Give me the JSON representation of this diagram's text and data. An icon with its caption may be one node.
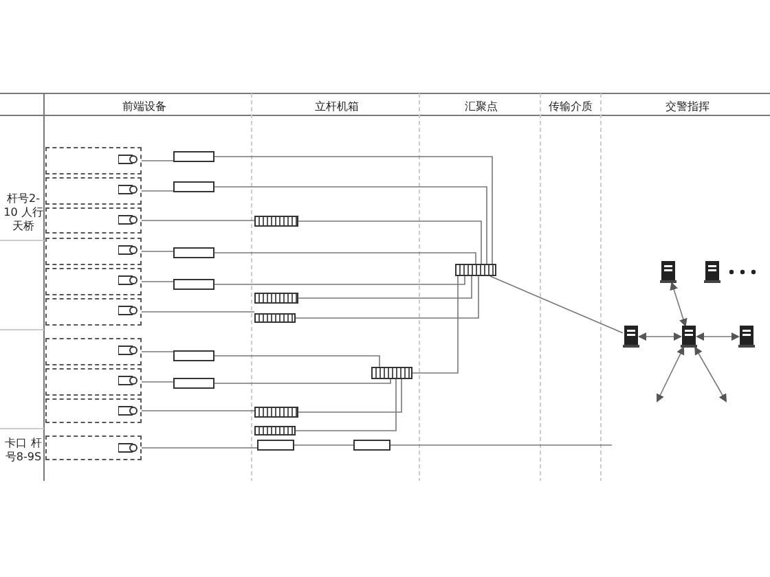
{
  "diagram": {
    "nodes": [
      {
        "text": [],
        "shape": "box"
      },
      {
        "text": [],
        "shape": "box"
      },
      {
        "text": [],
        "shape": "box"
      },
      {
        "text": [],
        "shape": "box"
      },
      {
        "text": [],
        "shape": "box"
      },
      {
        "text": [],
        "shape": "box"
      },
      {
        "text": [],
        "shape": "box"
      },
      {
        "text": [],
        "shape": "box"
      },
      {
        "text": [],
        "shape": "box"
      },
      {
        "text": [],
        "shape": "box"
      },
      {
        "text": [],
        "shape": "box"
      },
      {
        "text": [],
        "shape": "box"
      },
      {
        "text": [],
        "shape": "box"
      },
      {
        "text": [],
        "shape": "box"
      },
      {
        "text": [],
        "shape": "box"
      },
      {
        "text": [],
        "shape": "box"
      },
      {
        "text": [],
        "shape": "box"
      },
      {
        "text": [],
        "shape": "box"
      },
      {
        "text": [],
        "shape": "box"
      },
      {
        "text": [],
        "shape": "box"
      },
      {
        "text": [],
        "shape": "box"
      },
      {
        "text": [],
        "shape": "box"
      },
      {
        "text": [],
        "shape": "box"
      },
      {
        "text": [],
        "shape": "box"
      },
      {
        "text": [],
        "shape": "box"
      },
      {
        "text": [],
        "shape": "server"
      },
      {
        "text": [],
        "shape": "server"
      },
      {
        "text": [],
        "shape": "server"
      },
      {
        "text": [],
        "shape": "server"
      },
      {
        "text": [],
        "shape": "server"
      }
    ],
    "edges": [
      {
        "from": 0,
        "to": 10,
        "arrow": "none"
      },
      {
        "from": 1,
        "to": 11,
        "arrow": "none"
      },
      {
        "from": 2,
        "to": 18,
        "arrow": "none"
      },
      {
        "from": 3,
        "to": 12,
        "arrow": "none"
      },
      {
        "from": 4,
        "to": 13,
        "arrow": "none"
      },
      {
        "from": 5,
        "to": 19,
        "arrow": "none"
      },
      {
        "from": 6,
        "to": 14,
        "arrow": "none"
      },
      {
        "from": 7,
        "to": 15,
        "arrow": "none"
      },
      {
        "from": 8,
        "to": 21,
        "arrow": "none"
      },
      {
        "from": 9,
        "to": 16,
        "arrow": "none"
      },
      {
        "from": 16,
        "to": 17,
        "arrow": "none"
      },
      {
        "from": 10,
        "to": 23,
        "arrow": "none"
      },
      {
        "from": 11,
        "to": 23,
        "arrow": "none"
      },
      {
        "from": 18,
        "to": 23,
        "arrow": "none"
      },
      {
        "from": 12,
        "to": 23,
        "arrow": "none"
      },
      {
        "from": 13,
        "to": 23,
        "arrow": "none"
      },
      {
        "from": 19,
        "to": 23,
        "arrow": "none"
      },
      {
        "from": 20,
        "to": 23,
        "arrow": "none"
      },
      {
        "from": 14,
        "to": 24,
        "arrow": "none"
      },
      {
        "from": 15,
        "to": 24,
        "arrow": "none"
      },
      {
        "from": 21,
        "to": 24,
        "arrow": "none"
      },
      {
        "from": 22,
        "to": 24,
        "arrow": "none"
      },
      {
        "from": 24,
        "to": 23,
        "arrow": "none"
      },
      {
        "from": 23,
        "to": 28,
        "arrow": "none"
      },
      {
        "from": 17,
        "to": null,
        "arrow": "none"
      },
      {
        "from": 26,
        "to": 25,
        "arrow": "both"
      },
      {
        "from": 28,
        "to": 25,
        "arrow": "both"
      },
      {
        "from": 25,
        "to": 29,
        "arrow": "both"
      },
      {
        "from": 25,
        "to": null,
        "arrow": "both"
      },
      {
        "from": 25,
        "to": null,
        "arrow": "both"
      }
    ],
    "labels": [
      "前端设备",
      "立杆机箱",
      "汇聚点",
      "传输介质",
      "交警指挥",
      "杆号2-10 人行天桥",
      "卡口 杆号8-9S"
    ]
  }
}
